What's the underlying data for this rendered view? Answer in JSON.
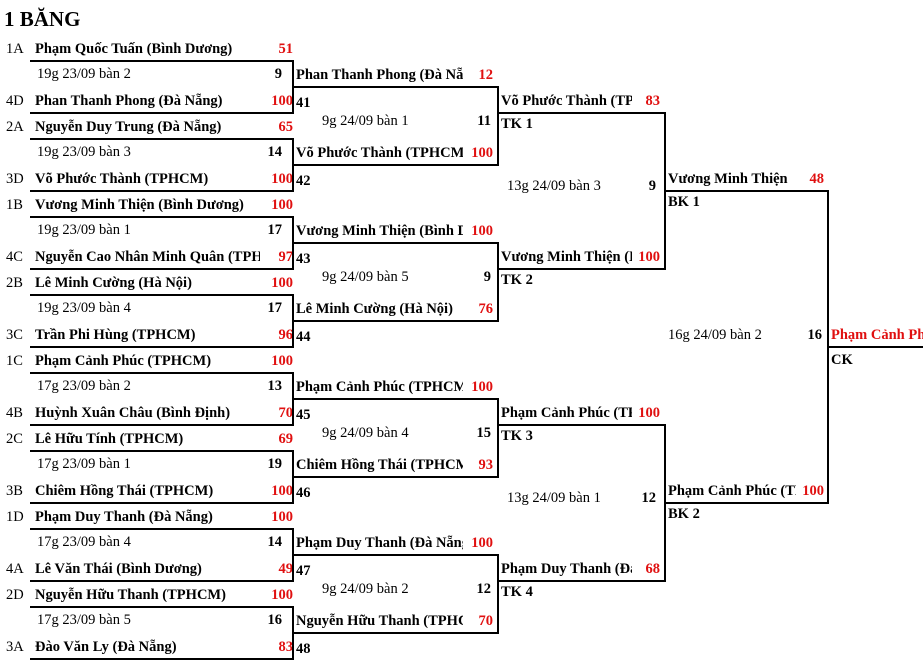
{
  "title": "1 BĂNG",
  "round1": [
    {
      "seed": "1A",
      "name": "Phạm Quốc Tuấn (Bình Dương)",
      "score": "51"
    },
    {
      "seed": "4D",
      "name": "Phan Thanh Phong (Đà Nẵng)",
      "score": "100"
    },
    {
      "seed": "2A",
      "name": "Nguyễn Duy Trung (Đà Nẵng)",
      "score": "65"
    },
    {
      "seed": "3D",
      "name": "Võ Phước Thành (TPHCM)",
      "score": "100"
    },
    {
      "seed": "1B",
      "name": "Vương Minh Thiện (Bình Dương)",
      "score": "100"
    },
    {
      "seed": "4C",
      "name": "Nguyễn Cao Nhân Minh Quân (TPHCM)",
      "score": "97"
    },
    {
      "seed": "2B",
      "name": "Lê Minh Cường (Hà Nội)",
      "score": "100"
    },
    {
      "seed": "3C",
      "name": "Trần Phi Hùng (TPHCM)",
      "score": "96"
    },
    {
      "seed": "1C",
      "name": "Phạm Cảnh Phúc (TPHCM)",
      "score": "100"
    },
    {
      "seed": "4B",
      "name": "Huỳnh Xuân Châu (Bình Định)",
      "score": "70"
    },
    {
      "seed": "2C",
      "name": "Lê Hữu Tính (TPHCM)",
      "score": "69"
    },
    {
      "seed": "3B",
      "name": "Chiêm Hồng Thái (TPHCM)",
      "score": "100"
    },
    {
      "seed": "1D",
      "name": "Phạm Duy Thanh (Đà Nẵng)",
      "score": "100"
    },
    {
      "seed": "4A",
      "name": "Lê Văn Thái (Bình Dương)",
      "score": "49"
    },
    {
      "seed": "2D",
      "name": "Nguyễn Hữu Thanh (TPHCM)",
      "score": "100"
    },
    {
      "seed": "3A",
      "name": "Đào Văn Ly (Đà Nẵng)",
      "score": "83"
    }
  ],
  "round1_matches": [
    {
      "info": "19g 23/09 bàn 2",
      "innings": "9",
      "no": "41"
    },
    {
      "info": "19g 23/09 bàn 3",
      "innings": "14",
      "no": "42"
    },
    {
      "info": "19g 23/09 bàn 1",
      "innings": "17",
      "no": "43"
    },
    {
      "info": "19g 23/09 bàn 4",
      "innings": "17",
      "no": "44"
    },
    {
      "info": "17g 23/09 bàn 2",
      "innings": "13",
      "no": "45"
    },
    {
      "info": "17g 23/09 bàn 1",
      "innings": "19",
      "no": "46"
    },
    {
      "info": "17g 23/09 bàn 4",
      "innings": "14",
      "no": "47"
    },
    {
      "info": "17g 23/09 bàn 5",
      "innings": "16",
      "no": "48"
    }
  ],
  "round2": [
    {
      "name": "Phan Thanh Phong (Đà Nẵng)",
      "score": "12"
    },
    {
      "name": "Võ Phước Thành (TPHCM)",
      "score": "100"
    },
    {
      "name": "Vương Minh Thiện (Bình Dương)",
      "score": "100"
    },
    {
      "name": "Lê Minh Cường (Hà Nội)",
      "score": "76"
    },
    {
      "name": "Phạm Cảnh Phúc (TPHCM)",
      "score": "100"
    },
    {
      "name": "Chiêm Hồng Thái (TPHCM)",
      "score": "93"
    },
    {
      "name": "Phạm Duy Thanh (Đà Nẵng)",
      "score": "100"
    },
    {
      "name": "Nguyễn Hữu Thanh (TPHCM)",
      "score": "70"
    }
  ],
  "round2_matches": [
    {
      "info": "9g 24/09  bàn 1",
      "innings": "11",
      "label": "TK 1"
    },
    {
      "info": "9g 24/09   bàn 5",
      "innings": "9",
      "label": "TK 2"
    },
    {
      "info": "9g 24/09 bàn 4",
      "innings": "15",
      "label": "TK 3"
    },
    {
      "info": "9g 24/09 bàn 2",
      "innings": "12",
      "label": "TK 4"
    }
  ],
  "round3": [
    {
      "name": "Võ Phước Thành (TPHCM)",
      "score": "83"
    },
    {
      "name": "Vương Minh Thiện (Bình Dương)",
      "score": "100"
    },
    {
      "name": "Phạm Cảnh Phúc (TPHCM)",
      "score": "100"
    },
    {
      "name": "Phạm Duy Thanh (Đà Nẵng)",
      "score": "68"
    }
  ],
  "round3_matches": [
    {
      "info": "13g 24/09 bàn 3",
      "innings": "9",
      "label": "BK 1"
    },
    {
      "info": "13g 24/09 bàn 1",
      "innings": "12",
      "label": "BK 2"
    }
  ],
  "round4": [
    {
      "name": "Vương Minh Thiện",
      "score": "48"
    },
    {
      "name": "Phạm Cảnh Phúc (TPHCM)",
      "score": "100"
    }
  ],
  "final_match": {
    "info": "16g 24/09 bàn 2",
    "innings": "16",
    "label": "CK"
  },
  "champion": {
    "name": "Phạm Cảnh Phúc"
  }
}
